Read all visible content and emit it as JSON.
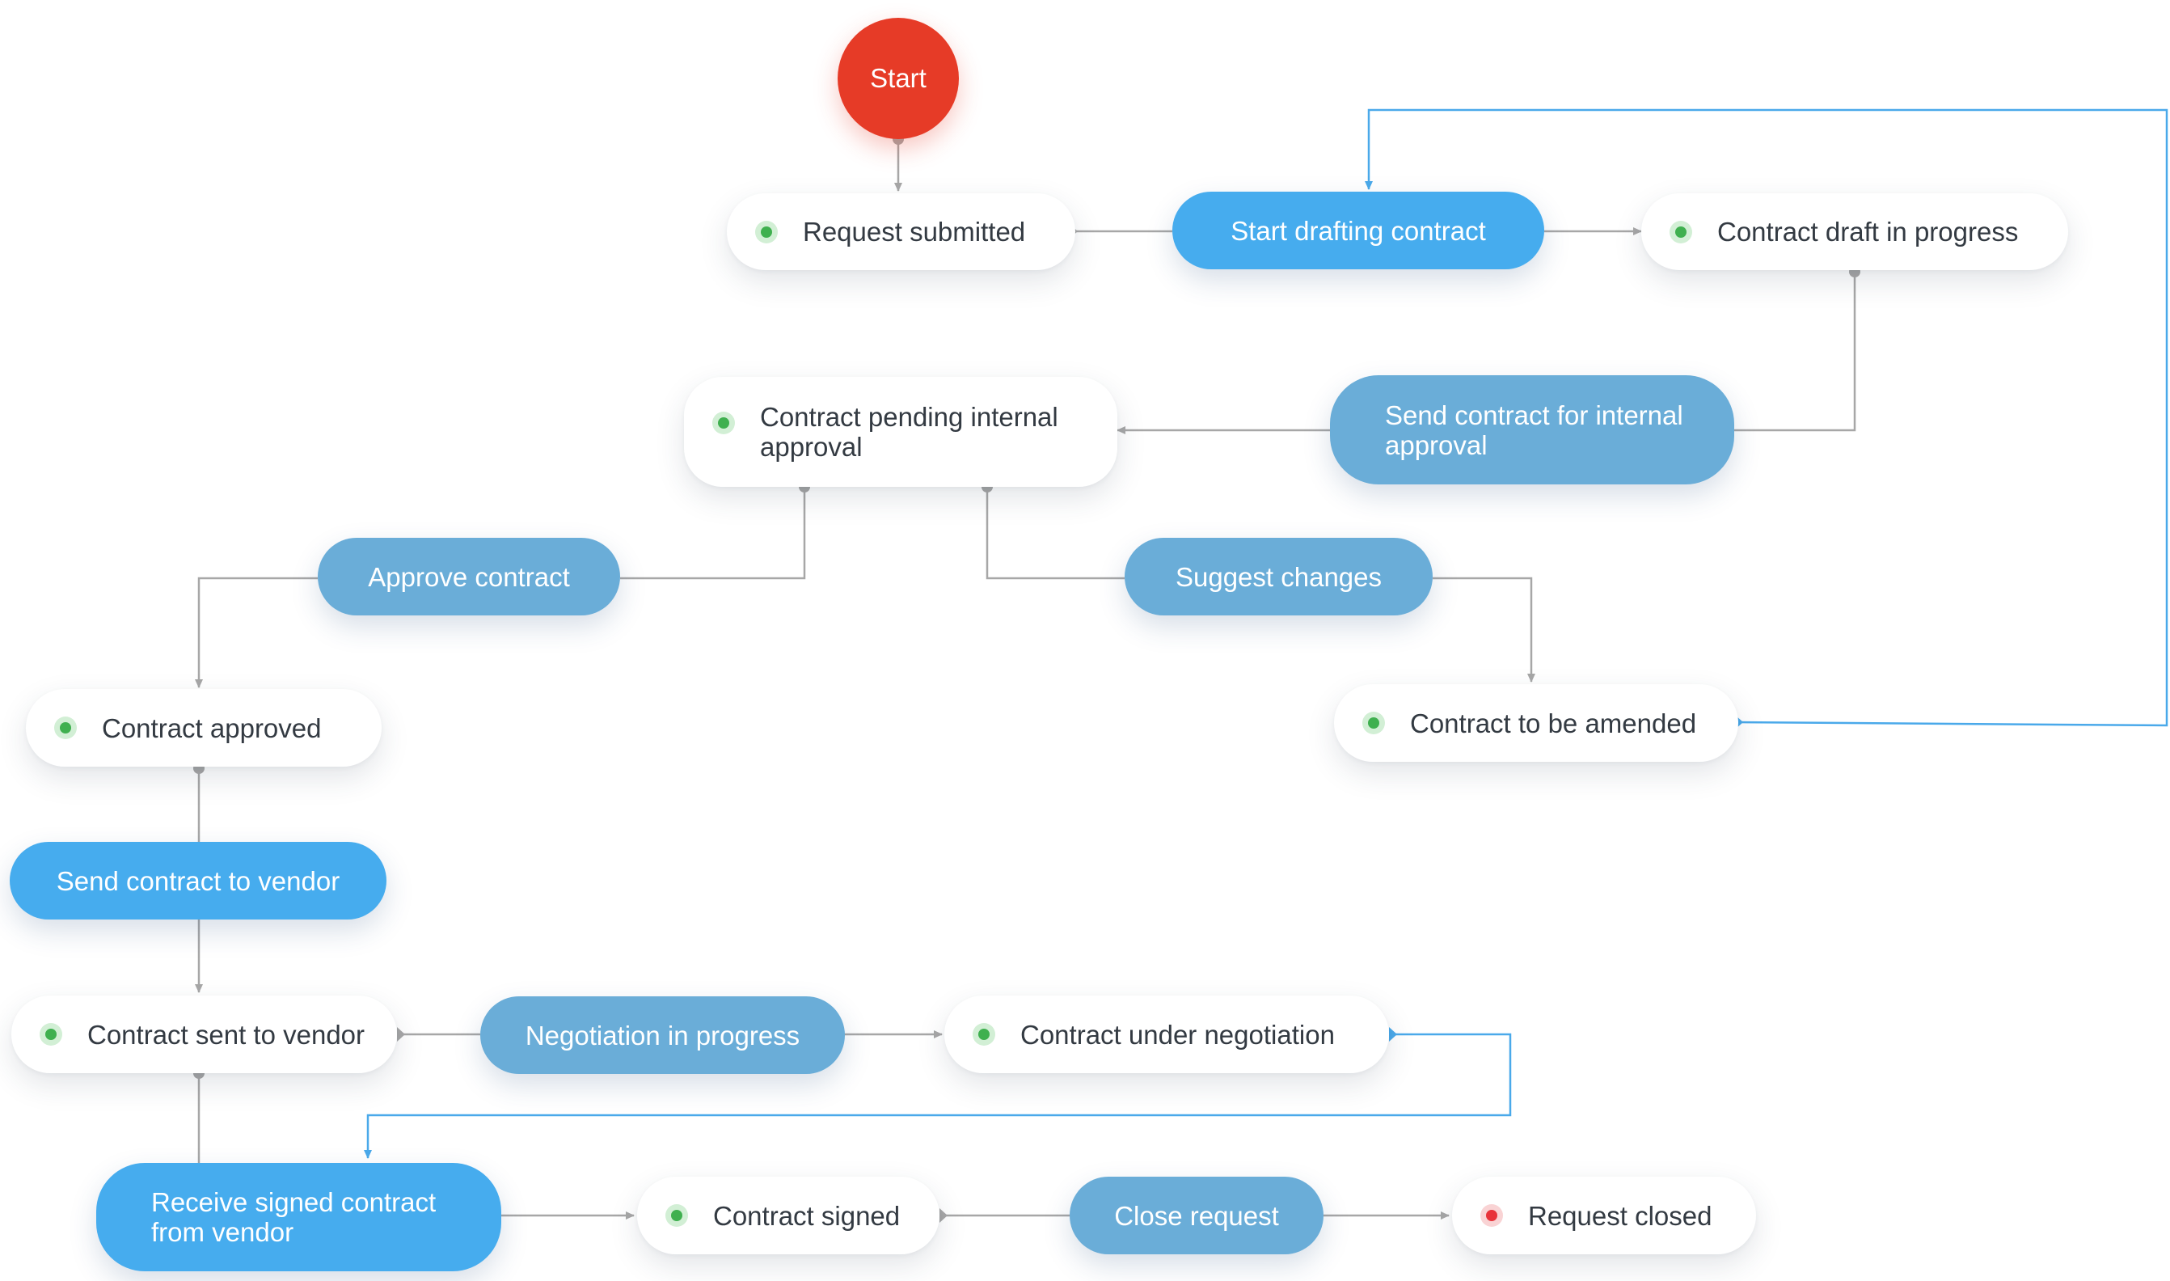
{
  "start": {
    "label": "Start"
  },
  "states": {
    "request_submitted": "Request submitted",
    "contract_draft_in_progress": "Contract draft in progress",
    "contract_pending_internal_approval": "Contract pending internal approval",
    "contract_approved": "Contract approved",
    "contract_to_be_amended": "Contract to be amended",
    "contract_sent_to_vendor": "Contract sent to vendor",
    "contract_under_negotiation": "Contract under negotiation",
    "contract_signed": "Contract signed",
    "request_closed": "Request closed"
  },
  "actions": {
    "start_drafting_contract": "Start drafting contract",
    "send_contract_for_internal_approval": "Send contract for internal approval",
    "approve_contract": "Approve contract",
    "suggest_changes": "Suggest changes",
    "send_contract_to_vendor": "Send contract to vendor",
    "negotiation_in_progress": "Negotiation in progress",
    "receive_signed_contract_from_vendor": "Receive signed contract from vendor",
    "close_request": "Close request"
  },
  "colors": {
    "start_node": "#e63b27",
    "action_primary": "#46acee",
    "action_secondary": "#6aadd8",
    "state_indicator_active": "#3fb04f",
    "state_indicator_closed": "#e8333a",
    "connector_default": "#a7a7a7",
    "connector_loop": "#4aa9ea"
  }
}
